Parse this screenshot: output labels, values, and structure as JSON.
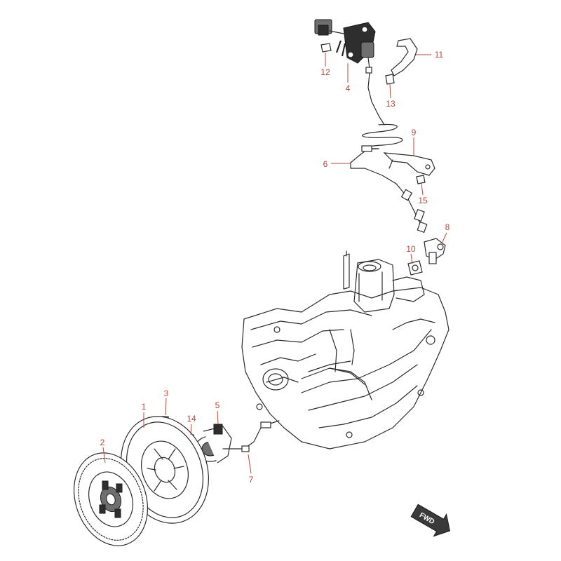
{
  "callouts": [
    {
      "num": "1"
    },
    {
      "num": "2"
    },
    {
      "num": "3"
    },
    {
      "num": "4"
    },
    {
      "num": "5"
    },
    {
      "num": "6"
    },
    {
      "num": "7"
    },
    {
      "num": "8"
    },
    {
      "num": "9"
    },
    {
      "num": "10"
    },
    {
      "num": "11"
    },
    {
      "num": "12"
    },
    {
      "num": "13"
    },
    {
      "num": "14"
    },
    {
      "num": "15"
    }
  ],
  "direction_label": "FWD",
  "colors": {
    "callout": "#b5473a",
    "line": "#2b2b2b"
  }
}
